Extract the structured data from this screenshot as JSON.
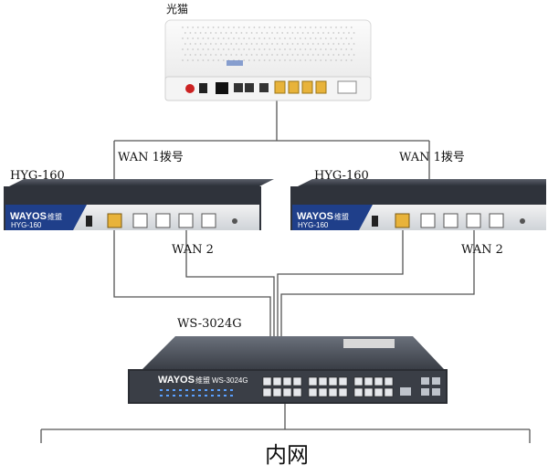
{
  "modem": {
    "label": "光猫"
  },
  "router_left": {
    "label": "HYG-160",
    "brand": "WAYOS",
    "brand_cn": "维盟",
    "model": "HYG-160"
  },
  "router_right": {
    "label": "HYG-160",
    "brand": "WAYOS",
    "brand_cn": "维盟",
    "model": "HYG-160"
  },
  "wan1_left": {
    "label": "WAN 1拨号"
  },
  "wan1_right": {
    "label": "WAN 1拨号"
  },
  "wan2_left": {
    "label": "WAN 2"
  },
  "wan2_right": {
    "label": "WAN 2"
  },
  "switch": {
    "label": "WS-3024G",
    "brand": "WAYOS",
    "brand_cn": "维盟",
    "model": "WS-3024G"
  },
  "lan": {
    "label": "内网"
  },
  "colors": {
    "wayos_blue": "#1f3f8a",
    "port_yellow": "#e8b33a",
    "chassis": "#3b3f47"
  }
}
